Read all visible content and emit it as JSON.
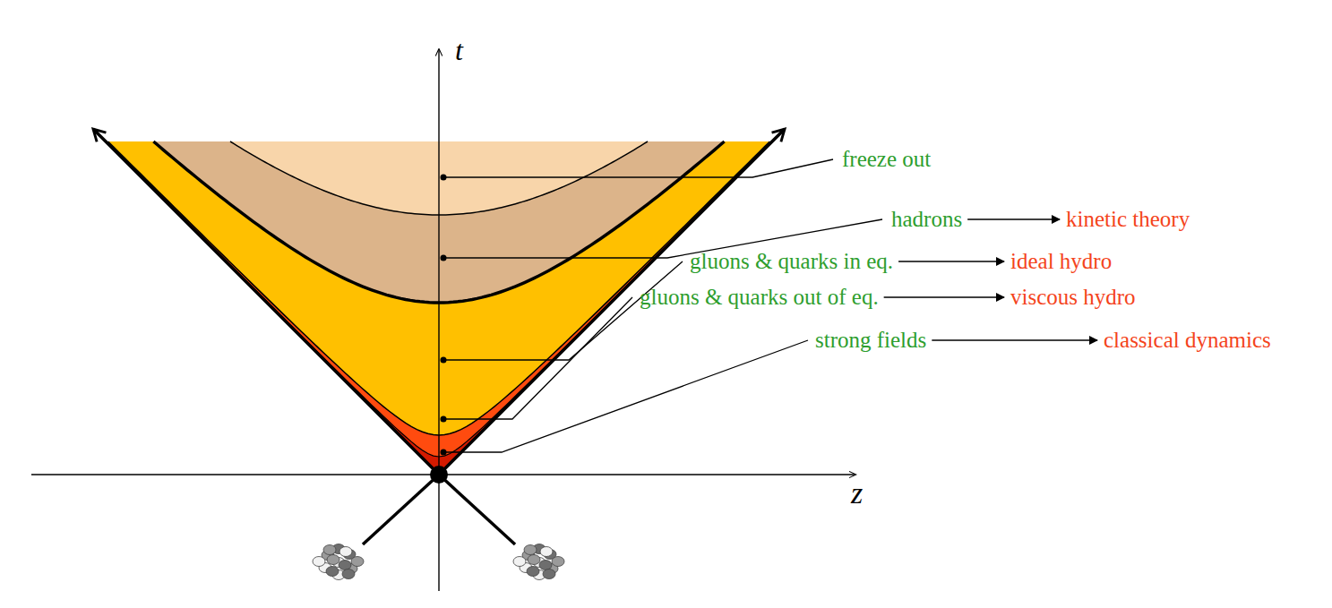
{
  "diagram": {
    "nodes": [
      {
        "text": [
          "freeze out"
        ]
      },
      {
        "text": [
          "hadrons"
        ]
      },
      {
        "text": [
          "kinetic theory"
        ]
      },
      {
        "text": [
          "gluons & quarks in eq."
        ]
      },
      {
        "text": [
          "ideal hydro"
        ]
      },
      {
        "text": [
          "gluons & quarks out of eq."
        ]
      },
      {
        "text": [
          "viscous hydro"
        ]
      },
      {
        "text": [
          "strong fields"
        ]
      },
      {
        "text": [
          "classical dynamics"
        ]
      }
    ],
    "edges": [
      {
        "from": 1,
        "to": 2,
        "arrow": "to"
      },
      {
        "from": 3,
        "to": 4,
        "arrow": "to"
      },
      {
        "from": 5,
        "to": 6,
        "arrow": "to"
      },
      {
        "from": 7,
        "to": 8,
        "arrow": "to"
      }
    ],
    "labels": [
      "t",
      "z"
    ]
  }
}
